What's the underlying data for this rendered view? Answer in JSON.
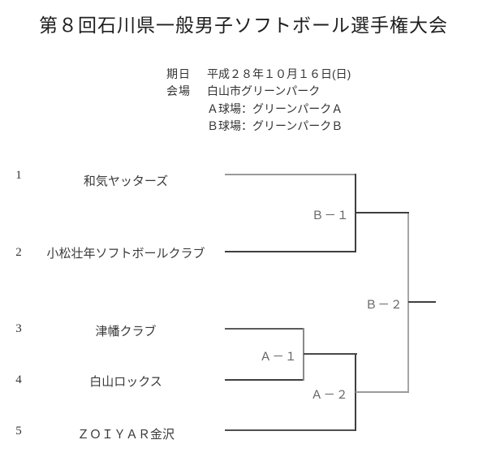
{
  "page": {
    "title": "第８回石川県一般男子ソフトボール選手権大会",
    "info": {
      "date_label": "期日",
      "date_value": "平成２８年１０月１６日(日)",
      "venue_label": "会場",
      "venue_value": "白山市グリーンパーク",
      "field_a": "Ａ球場：グリーンパークＡ",
      "field_b": "Ｂ球場：グリーンパークＢ"
    }
  },
  "bracket": {
    "teams": [
      {
        "seed": "1",
        "name": "和気ヤッターズ"
      },
      {
        "seed": "2",
        "name": "小松壮年ソフトボールクラブ"
      },
      {
        "seed": "3",
        "name": "津幡クラブ"
      },
      {
        "seed": "4",
        "name": "白山ロックス"
      },
      {
        "seed": "5",
        "name": "ＺＯＩＹＡＲ金沢"
      }
    ],
    "matches": {
      "b1": "Ｂ－１",
      "b2": "Ｂ－２",
      "a1": "Ａ－１",
      "a2": "Ａ－２"
    }
  },
  "colors": {
    "line_dark": "#3f3f3f",
    "line_mid": "#5a5a5a",
    "line_light": "#9a9a9a",
    "line_lighter": "#a6a6a6"
  }
}
